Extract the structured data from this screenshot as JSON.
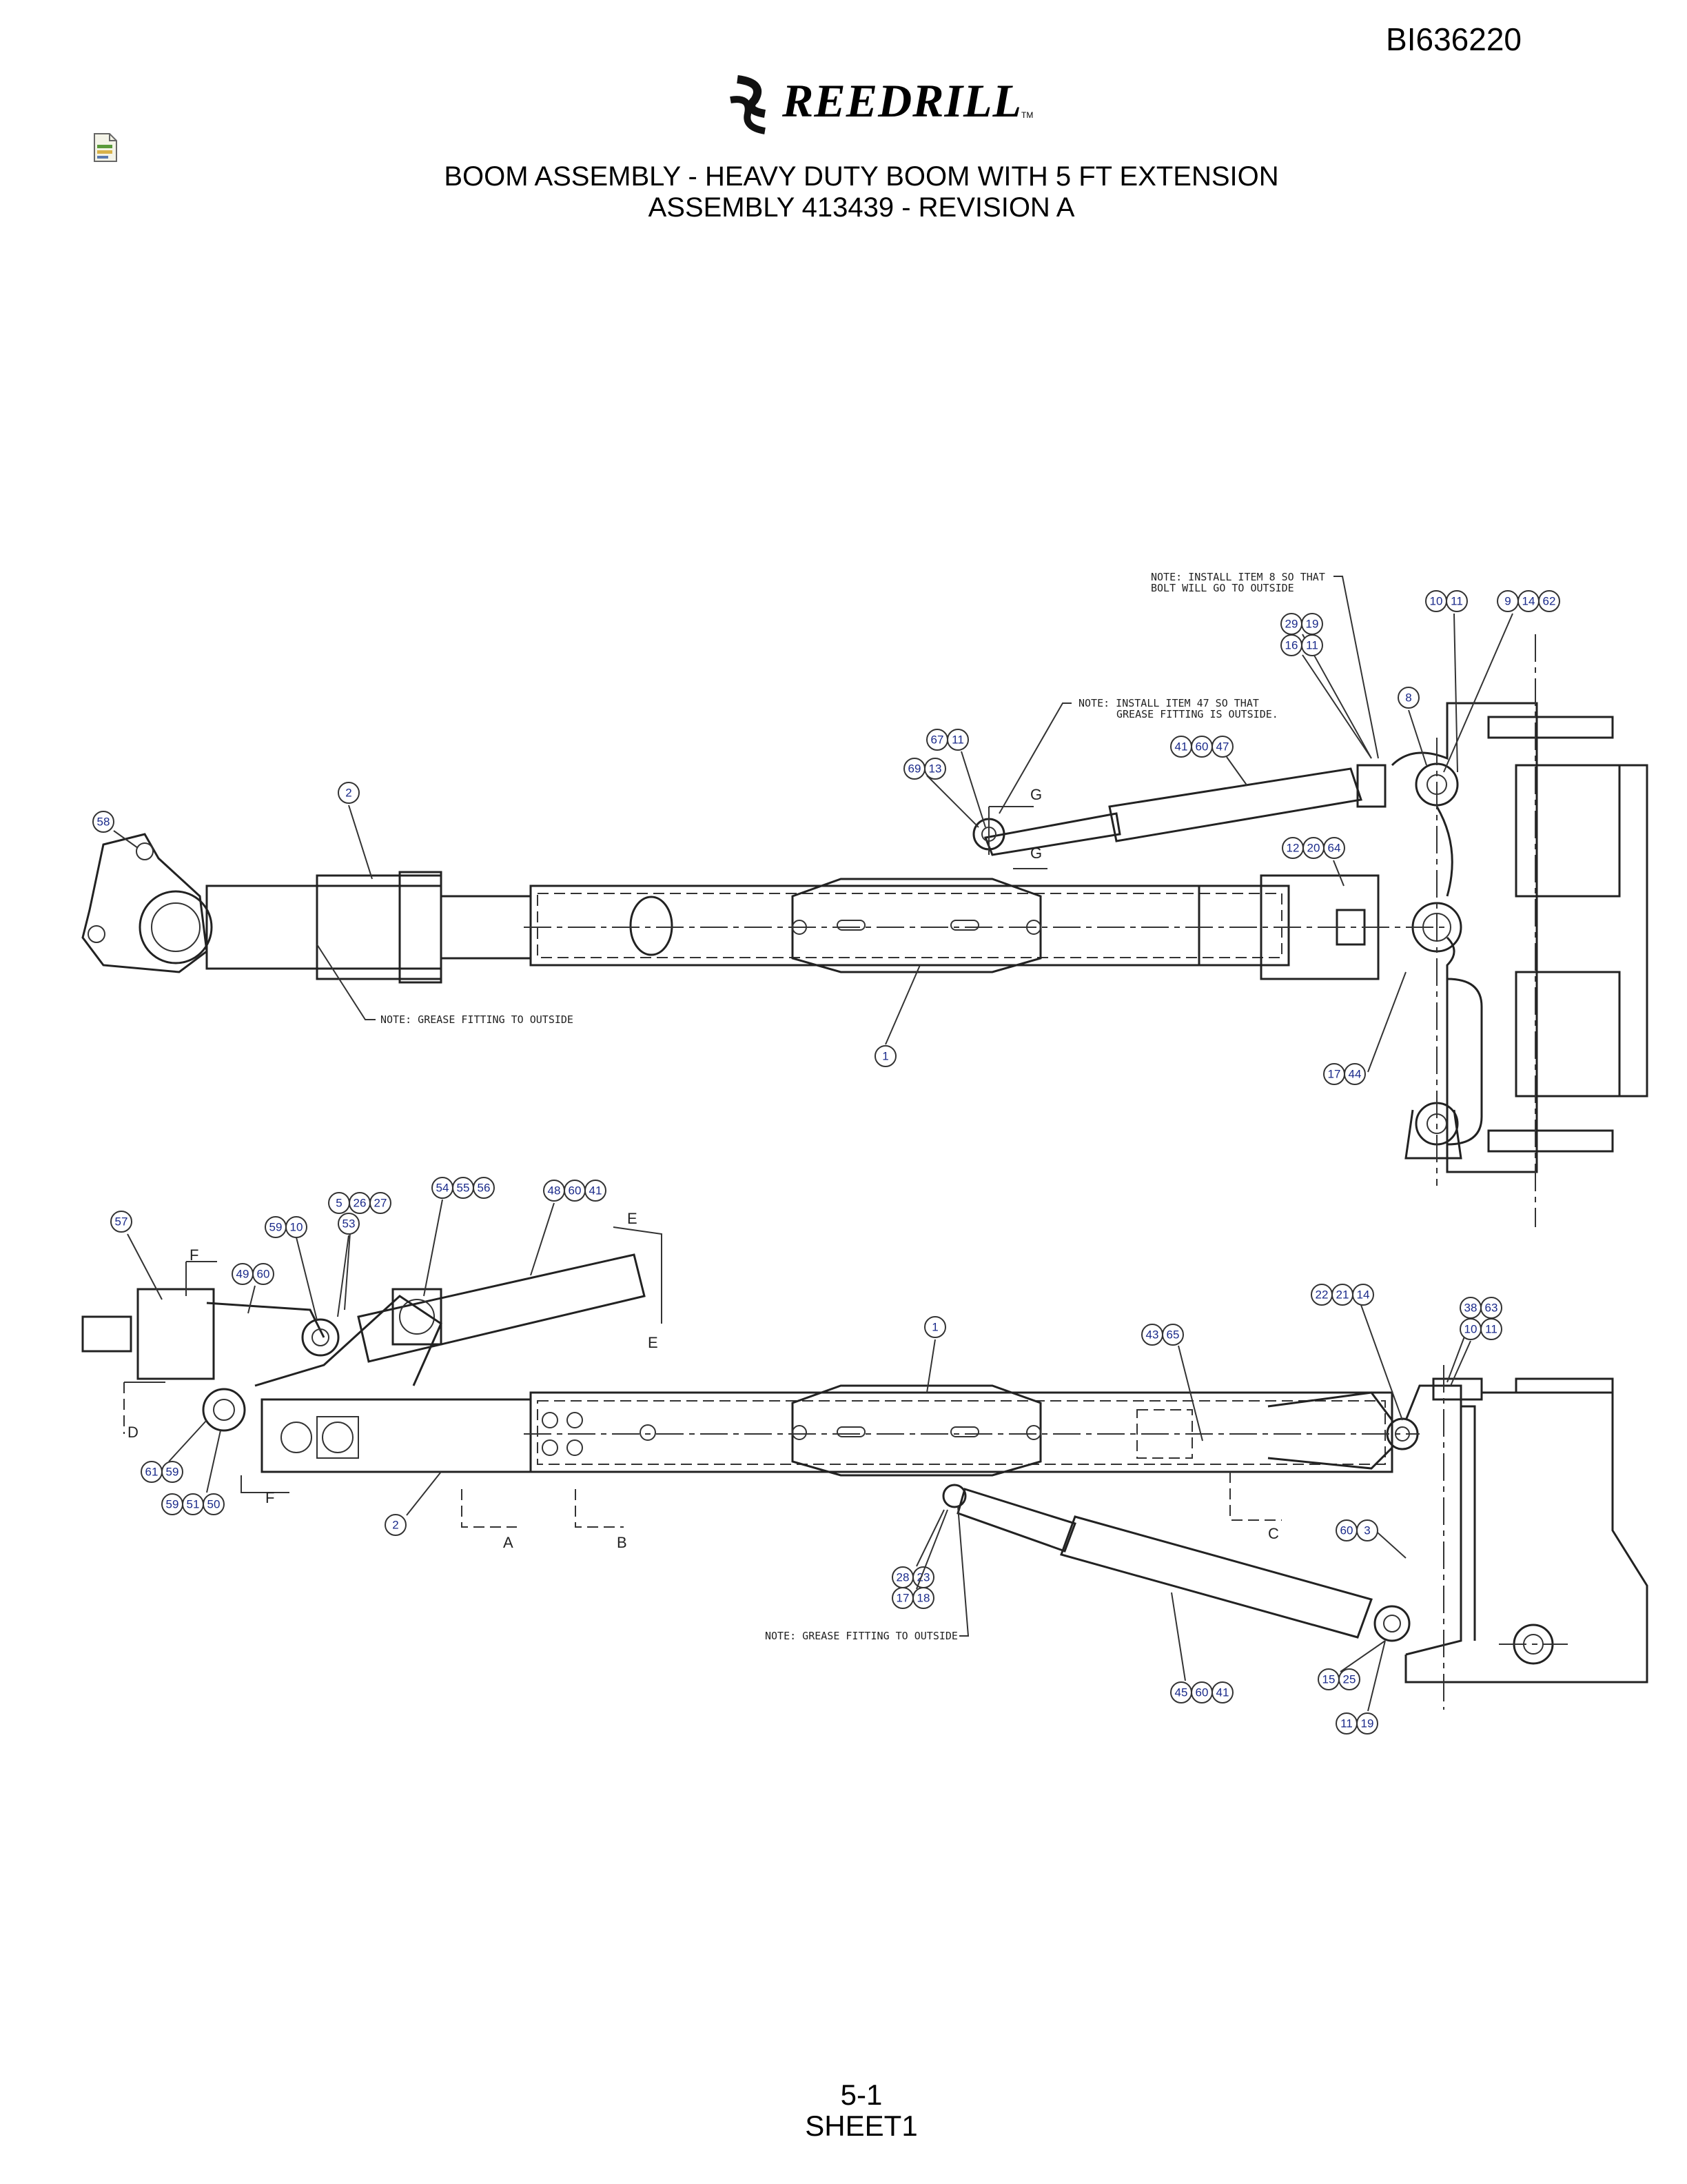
{
  "header": {
    "doc_id": "BI636220",
    "brand": "REEDRILL",
    "tm": "TM",
    "title_line1": "BOOM ASSEMBLY - HEAVY DUTY BOOM WITH 5 FT EXTENSION",
    "title_line2": "ASSEMBLY 413439 - REVISION A"
  },
  "notes": {
    "n1a": "NOTE: INSTALL ITEM 8 SO THAT",
    "n1b": "BOLT WILL GO TO OUTSIDE",
    "n2a": "NOTE: INSTALL ITEM 47 SO THAT",
    "n2b": "GREASE FITTING IS OUTSIDE.",
    "n3": "NOTE: GREASE FITTING TO OUTSIDE",
    "n4": "NOTE: GREASE FITTING TO OUTSIDE"
  },
  "sections": {
    "g": "G",
    "e": "E",
    "f": "F",
    "d": "D",
    "a": "A",
    "b": "B",
    "c": "C"
  },
  "balloons": {
    "top": [
      [
        "10",
        "11"
      ],
      [
        "9",
        "14",
        "62"
      ],
      [
        "29",
        "19"
      ],
      [
        "16",
        "11"
      ],
      [
        "8"
      ],
      [
        "67",
        "11"
      ],
      [
        "69",
        "13"
      ],
      [
        "41",
        "60",
        "47"
      ],
      [
        "2"
      ],
      [
        "58"
      ],
      [
        "12",
        "20",
        "64"
      ],
      [
        "1"
      ],
      [
        "17",
        "44"
      ]
    ],
    "bottom": [
      [
        "54",
        "55",
        "56"
      ],
      [
        "48",
        "60",
        "41"
      ],
      [
        "5",
        "26",
        "27"
      ],
      [
        "53"
      ],
      [
        "57"
      ],
      [
        "59",
        "10"
      ],
      [
        "49",
        "60"
      ],
      [
        "1"
      ],
      [
        "22",
        "21",
        "14"
      ],
      [
        "38",
        "63"
      ],
      [
        "10",
        "11"
      ],
      [
        "43",
        "65"
      ],
      [
        "61",
        "59"
      ],
      [
        "59",
        "51",
        "50"
      ],
      [
        "2"
      ],
      [
        "60",
        "3"
      ],
      [
        "28",
        "23"
      ],
      [
        "17",
        "18"
      ],
      [
        "45",
        "60",
        "41"
      ],
      [
        "15",
        "25"
      ],
      [
        "11",
        "19"
      ]
    ]
  },
  "footer": {
    "page": "5-1",
    "sheet": "SHEET1"
  }
}
